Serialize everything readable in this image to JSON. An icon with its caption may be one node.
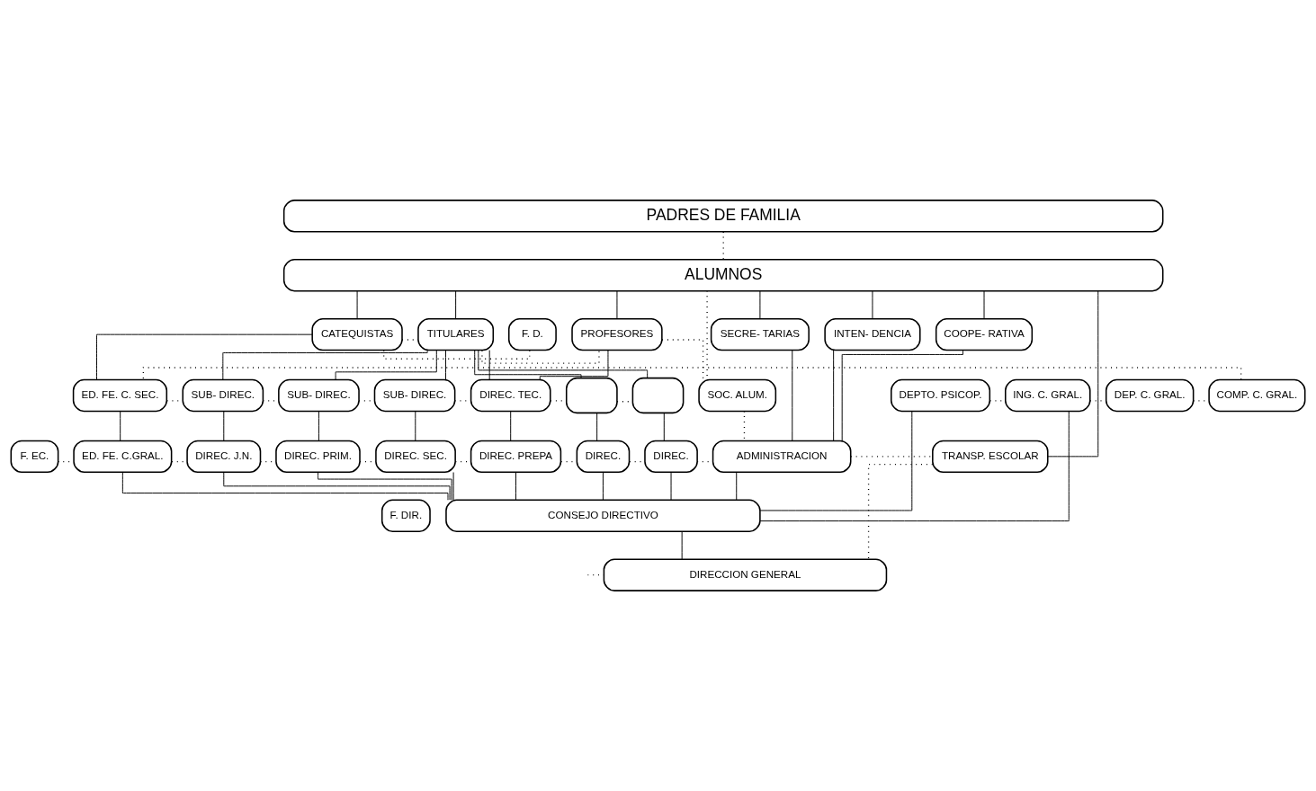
{
  "diagram": {
    "nodes": [
      {
        "text": [
          "PADRES DE FAMILIA"
        ]
      },
      {
        "text": [
          "ALUMNOS"
        ]
      },
      {
        "text": [
          "SOC. ALUM."
        ]
      },
      {
        "text": [
          "F. D."
        ]
      },
      {
        "text": [
          "CATEQUISTAS"
        ]
      },
      {
        "text": [
          "TITULARES"
        ]
      },
      {
        "text": [
          "PROFESORES"
        ]
      },
      {
        "text": [
          "SECRE- TARIAS"
        ]
      },
      {
        "text": [
          "INTEN- DENCIA"
        ]
      },
      {
        "text": [
          "COOPE- RATIVA"
        ]
      },
      {
        "text": [
          "DEPTO. PSICOP."
        ]
      },
      {
        "text": [
          "ING. C. GRAL."
        ]
      },
      {
        "text": [
          "DEP. C. GRAL."
        ]
      },
      {
        "text": [
          "COMP. C. GRAL."
        ]
      },
      {
        "text": [
          "ED. FE. C. SEC."
        ]
      },
      {
        "text": [
          "SUB- DIREC."
        ]
      },
      {
        "text": [
          "SUB- DIREC."
        ]
      },
      {
        "text": [
          "SUB- DIREC."
        ]
      },
      {
        "text": [
          "DIREC. TEC."
        ]
      },
      {
        "text": [],
        "shape": "box"
      },
      {
        "text": [],
        "shape": "box"
      },
      {
        "text": [
          "F. EC."
        ]
      },
      {
        "text": [
          "ED. FE. C.GRAL."
        ]
      },
      {
        "text": [
          "DIREC. J.N."
        ]
      },
      {
        "text": [
          "DIREC. PRIM."
        ]
      },
      {
        "text": [
          "DIREC. SEC."
        ]
      },
      {
        "text": [
          "DIREC. PREPA"
        ]
      },
      {
        "text": [
          "DIREC."
        ]
      },
      {
        "text": [
          "DIREC."
        ]
      },
      {
        "text": [
          "ADMINISTRACION"
        ]
      },
      {
        "text": [
          "TRANSP. ESCOLAR"
        ]
      },
      {
        "text": [
          "F. DIR."
        ]
      },
      {
        "text": [
          "CONSEJO DIRECTIVO"
        ]
      },
      {
        "text": [
          "DIRECCION GENERAL"
        ]
      }
    ],
    "edges": [
      {
        "from": 0,
        "to": 1,
        "arrow": "none",
        "style": "dashed"
      },
      {
        "from": 1,
        "to": 2,
        "arrow": "none",
        "style": "dashed"
      },
      {
        "from": 1,
        "to": 4,
        "arrow": "none"
      },
      {
        "from": 1,
        "to": 5,
        "arrow": "none"
      },
      {
        "from": 1,
        "to": 6,
        "arrow": "none"
      },
      {
        "from": 1,
        "to": 7,
        "arrow": "none"
      },
      {
        "from": 1,
        "to": 8,
        "arrow": "none"
      },
      {
        "from": 1,
        "to": 9,
        "arrow": "none"
      },
      {
        "from": 1,
        "to": 30,
        "arrow": "none"
      },
      {
        "from": 3,
        "to": 4,
        "arrow": "none",
        "style": "dashed"
      },
      {
        "from": 4,
        "to": 5,
        "arrow": "none",
        "style": "dashed"
      },
      {
        "from": 5,
        "to": 6,
        "arrow": "none",
        "style": "dashed"
      },
      {
        "from": 6,
        "to": 2,
        "arrow": "none",
        "style": "dashed"
      },
      {
        "from": 2,
        "to": 29,
        "arrow": "none",
        "style": "dashed"
      },
      {
        "from": 4,
        "to": 14,
        "arrow": "none"
      },
      {
        "from": 5,
        "to": 15,
        "arrow": "none"
      },
      {
        "from": 5,
        "to": 16,
        "arrow": "none"
      },
      {
        "from": 5,
        "to": 17,
        "arrow": "none"
      },
      {
        "from": 5,
        "to": 18,
        "arrow": "none"
      },
      {
        "from": 5,
        "to": 19,
        "arrow": "none"
      },
      {
        "from": 5,
        "to": 20,
        "arrow": "none"
      },
      {
        "from": 6,
        "to": 18,
        "arrow": "none"
      },
      {
        "from": 10,
        "to": 11,
        "arrow": "none",
        "style": "dashed"
      },
      {
        "from": 11,
        "to": 12,
        "arrow": "none",
        "style": "dashed"
      },
      {
        "from": 12,
        "to": 13,
        "arrow": "none",
        "style": "dashed"
      },
      {
        "from": 13,
        "to": 14,
        "arrow": "none",
        "style": "dashed"
      },
      {
        "from": 14,
        "to": 15,
        "arrow": "none",
        "style": "dashed"
      },
      {
        "from": 15,
        "to": 16,
        "arrow": "none",
        "style": "dashed"
      },
      {
        "from": 16,
        "to": 17,
        "arrow": "none",
        "style": "dashed"
      },
      {
        "from": 17,
        "to": 18,
        "arrow": "none",
        "style": "dashed"
      },
      {
        "from": 18,
        "to": 19,
        "arrow": "none",
        "style": "dashed"
      },
      {
        "from": 19,
        "to": 20,
        "arrow": "none",
        "style": "dashed"
      },
      {
        "from": 14,
        "to": 22,
        "arrow": "none"
      },
      {
        "from": 15,
        "to": 23,
        "arrow": "none"
      },
      {
        "from": 16,
        "to": 24,
        "arrow": "none"
      },
      {
        "from": 17,
        "to": 25,
        "arrow": "none"
      },
      {
        "from": 18,
        "to": 26,
        "arrow": "none"
      },
      {
        "from": 19,
        "to": 27,
        "arrow": "none"
      },
      {
        "from": 20,
        "to": 28,
        "arrow": "none"
      },
      {
        "from": 7,
        "to": 29,
        "arrow": "none"
      },
      {
        "from": 8,
        "to": 29,
        "arrow": "none"
      },
      {
        "from": 9,
        "to": 29,
        "arrow": "none"
      },
      {
        "from": 21,
        "to": 22,
        "arrow": "none",
        "style": "dashed"
      },
      {
        "from": 22,
        "to": 23,
        "arrow": "none",
        "style": "dashed"
      },
      {
        "from": 23,
        "to": 24,
        "arrow": "none",
        "style": "dashed"
      },
      {
        "from": 24,
        "to": 25,
        "arrow": "none",
        "style": "dashed"
      },
      {
        "from": 25,
        "to": 26,
        "arrow": "none",
        "style": "dashed"
      },
      {
        "from": 26,
        "to": 27,
        "arrow": "none",
        "style": "dashed"
      },
      {
        "from": 27,
        "to": 28,
        "arrow": "none",
        "style": "dashed"
      },
      {
        "from": 28,
        "to": 29,
        "arrow": "none",
        "style": "dashed"
      },
      {
        "from": 29,
        "to": 30,
        "arrow": "none",
        "style": "dashed"
      },
      {
        "from": 10,
        "to": 32,
        "arrow": "none"
      },
      {
        "from": 11,
        "to": 32,
        "arrow": "none"
      },
      {
        "from": 22,
        "to": 32,
        "arrow": "none"
      },
      {
        "from": 23,
        "to": 32,
        "arrow": "none"
      },
      {
        "from": 24,
        "to": 32,
        "arrow": "none"
      },
      {
        "from": 25,
        "to": 32,
        "arrow": "none"
      },
      {
        "from": 26,
        "to": 32,
        "arrow": "none"
      },
      {
        "from": 27,
        "to": 32,
        "arrow": "none"
      },
      {
        "from": 28,
        "to": 32,
        "arrow": "none"
      },
      {
        "from": 29,
        "to": 32,
        "arrow": "none"
      },
      {
        "from": 32,
        "to": 33,
        "arrow": "none"
      },
      {
        "from": 30,
        "to": 33,
        "arrow": "none",
        "style": "dashed"
      },
      {
        "from": null,
        "to": 33,
        "arrow": "none",
        "style": "dashed"
      }
    ]
  }
}
